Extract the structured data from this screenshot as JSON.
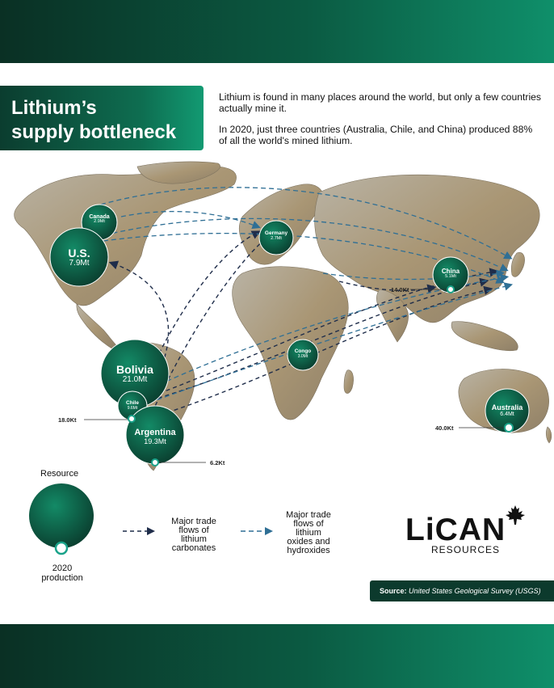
{
  "title": {
    "line1": "Lithium’s",
    "line2": "supply bottleneck"
  },
  "intro": {
    "p1": "Lithium is found in many places around the world, but only a few countries actually mine it.",
    "p2": "In 2020, just three countries (Australia, Chile, and China) produced 88% of all the world's mined lithium."
  },
  "countries": {
    "canada": {
      "name": "Canada",
      "value": "2.9Mt"
    },
    "us": {
      "name": "U.S.",
      "value": "7.9Mt"
    },
    "germany": {
      "name": "Germany",
      "value": "2.7Mt"
    },
    "china": {
      "name": "China",
      "value": "5.1Mt",
      "production": "14.0Kt"
    },
    "bolivia": {
      "name": "Bolivia",
      "value": "21.0Mt"
    },
    "chile": {
      "name": "Chile",
      "value": "9.6Mt",
      "production": "18.0Kt"
    },
    "argentina": {
      "name": "Argentina",
      "value": "19.3Mt",
      "production": "6.2Kt"
    },
    "congo": {
      "name": "Congo",
      "value": "3.0Mt"
    },
    "australia": {
      "name": "Australia",
      "value": "6.4Mt",
      "production": "40.0Kt"
    }
  },
  "legend": {
    "resource": "Resource",
    "production_line1": "2020",
    "production_line2": "production",
    "carbonates": [
      "Major trade",
      "flows of",
      "lithium",
      "carbonates"
    ],
    "oxides": [
      "Major trade",
      "flows of",
      "lithium",
      "oxides and",
      "hydroxides"
    ]
  },
  "logo": {
    "main": "LiCAN",
    "sub": "RESOURCES"
  },
  "source": {
    "label": "Source:",
    "text": "United States Geological Survey (USGS)"
  },
  "colors": {
    "dark_green": "#0b3d2f",
    "mid_green": "#0e6e51",
    "carbonate_arrow": "#1f2d4a",
    "oxide_arrow": "#2f6f95",
    "accent_teal": "#1aa38a"
  }
}
